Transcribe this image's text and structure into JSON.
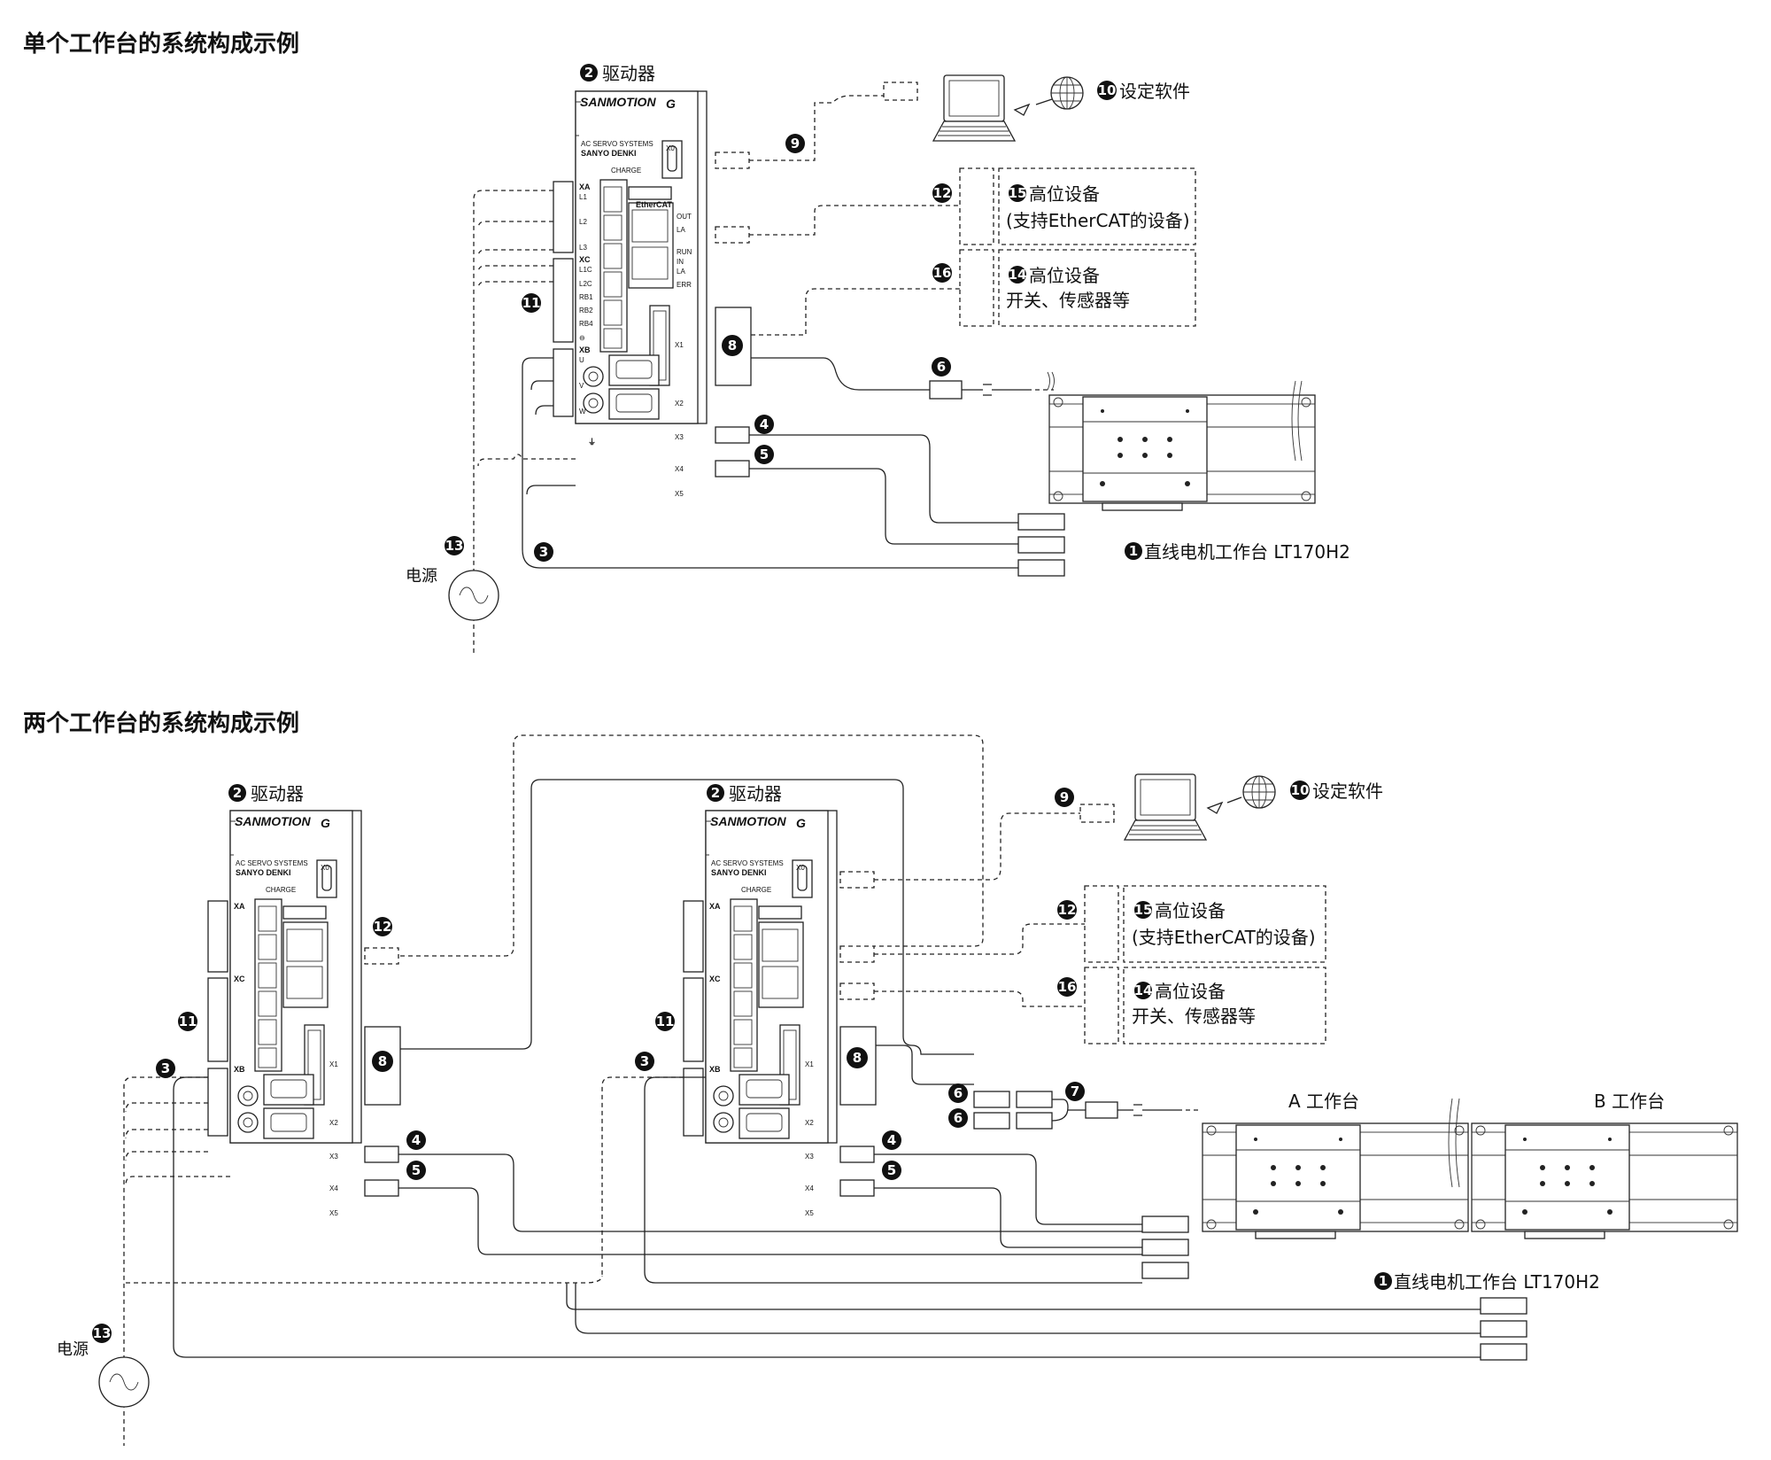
{
  "section1": {
    "title": "单个工作台的系统构成示例"
  },
  "section2": {
    "title": "两个工作台的系统构成示例"
  },
  "labels": {
    "driver": "驱动器",
    "software": "设定软件",
    "host_device_line1": "高位设备",
    "host_device_line2": "(支持EtherCAT的设备)",
    "host_io_line1": "高位设备",
    "host_io_line2": "开关、传感器等",
    "power": "电源",
    "stage": "直线电机工作台 LT170H2",
    "stage_a": "A 工作台",
    "stage_b": "B 工作台"
  },
  "badges": {
    "n1": "1",
    "n2": "2",
    "n3": "3",
    "n4": "4",
    "n5": "5",
    "n6": "6",
    "n7": "7",
    "n8": "8",
    "n9": "9",
    "n10": "10",
    "n11": "11",
    "n12": "12",
    "n13": "13",
    "n14": "14",
    "n15": "15",
    "n16": "16"
  },
  "driver_panel": {
    "brand": "SANMOTION",
    "brand_mark": "G",
    "line1": "AC SERVO SYSTEMS",
    "line2": "SANYO DENKI",
    "charge": "CHARGE",
    "x0": "X0",
    "xa": "XA",
    "l1": "L1",
    "l2": "L2",
    "l3": "L3",
    "xc": "XC",
    "l1c": "L1C",
    "l2c": "L2C",
    "rb1": "RB1",
    "rb2": "RB2",
    "rb4": "RB4",
    "minus": "⊖",
    "xb": "XB",
    "u": "U",
    "v": "V",
    "w": "W",
    "x1": "X1",
    "x2": "X2",
    "x3": "X3",
    "x4": "X4",
    "x5": "X5",
    "ethercat": "EtherCAT",
    "out": "OUT",
    "in": "IN",
    "la": "LA",
    "run": "RUN",
    "err": "ERR",
    "ground": "⏚"
  }
}
